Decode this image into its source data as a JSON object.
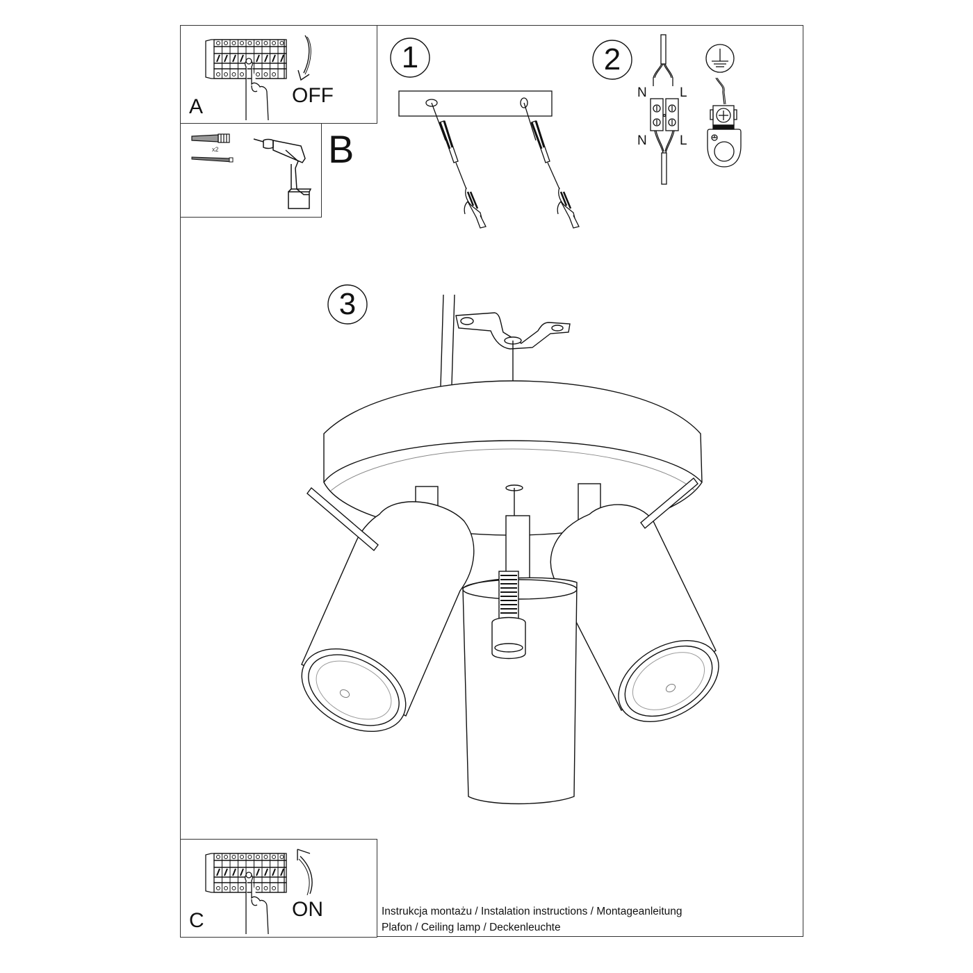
{
  "document": {
    "type": "Assembly instruction sheet",
    "colors": {
      "line": "#111111",
      "frame": "#333333",
      "background": "#ffffff"
    }
  },
  "panels": {
    "a": {
      "letter": "A",
      "state": "OFF",
      "illustration": "circuit-breaker-switch-off",
      "arrow": "arrow-down-curved-icon"
    },
    "b": {
      "letter": "B",
      "quantity": "x2",
      "items": [
        "wall-plug-icon",
        "screw-icon",
        "drill-icon"
      ]
    },
    "c": {
      "letter": "C",
      "state": "ON",
      "illustration": "circuit-breaker-switch-on",
      "arrow": "arrow-up-curved-icon"
    }
  },
  "steps": [
    {
      "number": "1",
      "description": "Mount bracket to ceiling with screws and wall plugs"
    },
    {
      "number": "2",
      "description": "Wire connection",
      "labels": {
        "top_left": "N",
        "top_right": "L",
        "bottom_left": "N",
        "bottom_right": "L"
      },
      "ground_symbol": "ground-icon"
    },
    {
      "number": "3",
      "description": "Attach ceiling lamp to mounting bracket"
    }
  ],
  "caption": {
    "line1": "Instrukcja montażu / Instalation instructions / Montageanleitung",
    "line2": "Plafon / Ceiling lamp / Deckenleuchte"
  }
}
